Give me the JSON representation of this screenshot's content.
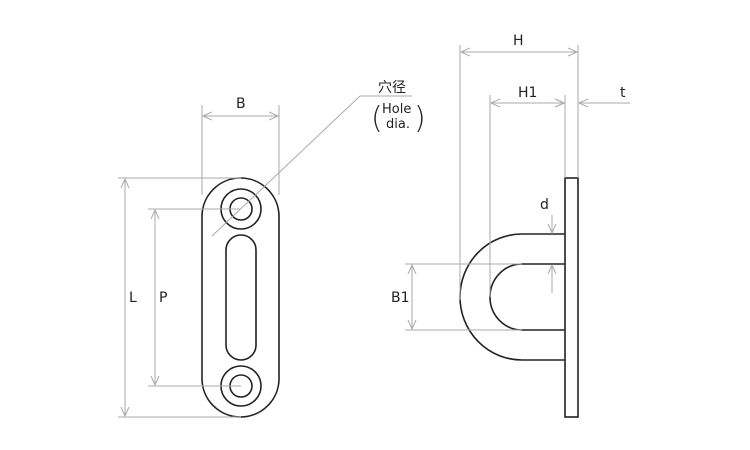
{
  "labels": {
    "B": "B",
    "L": "L",
    "P": "P",
    "H": "H",
    "H1": "H1",
    "t": "t",
    "d": "d",
    "B1": "B1",
    "hole_jp": "穴径",
    "hole_en_1": "Hole",
    "hole_en_2": "dia.",
    "paren_open": "(",
    "paren_close": ")"
  },
  "colors": {
    "part": "#222222",
    "dimension": "#aaaaaa"
  }
}
